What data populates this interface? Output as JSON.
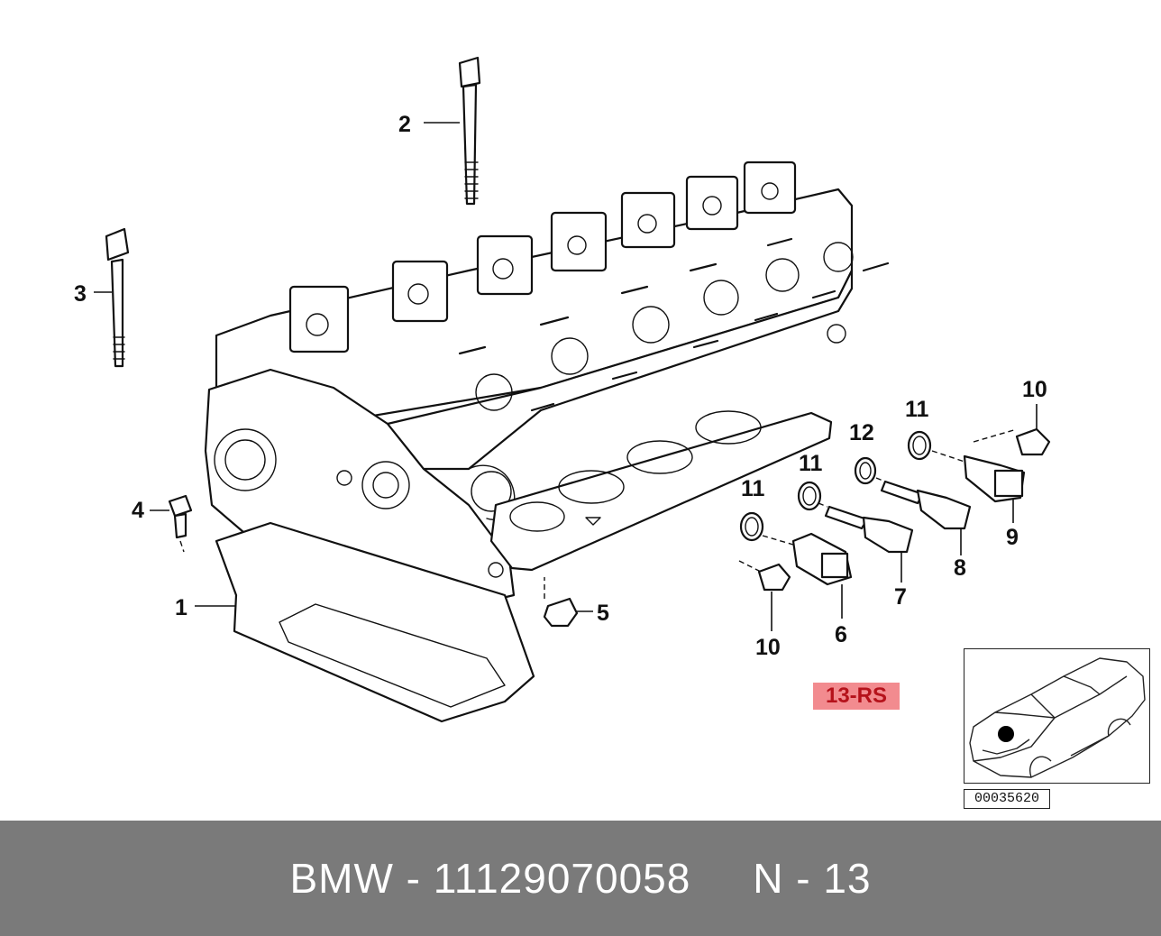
{
  "diagram": {
    "callouts": {
      "c1": "1",
      "c2": "2",
      "c3": "3",
      "c4": "4",
      "c5": "5",
      "c6": "6",
      "c7": "7",
      "c8": "8",
      "c9": "9",
      "c10a": "10",
      "c10b": "10",
      "c11a": "11",
      "c11b": "11",
      "c11c": "11",
      "c12": "12"
    },
    "group_code": "13-RS",
    "image_id": "00035620"
  },
  "footer": {
    "brand": "BMW",
    "separator": " - ",
    "part_number": "11129070058",
    "gap": "     ",
    "group": "N - 13"
  },
  "colors": {
    "footer_bg": "#7a7a7a",
    "group_code_bg": "#f28b8f",
    "group_code_text": "#b5121b"
  }
}
